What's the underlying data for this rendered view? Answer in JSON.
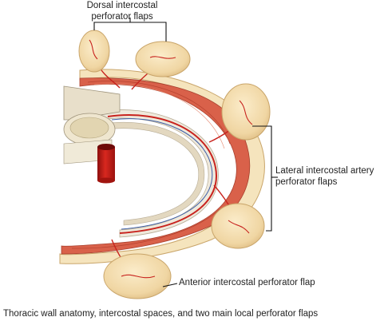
{
  "labels": {
    "dorsal": [
      "Dorsal intercostal",
      "perforator flaps"
    ],
    "lateral": [
      "Lateral intercostal artery",
      "perforator flaps"
    ],
    "anterior": "Anterior intercostal perforator flap"
  },
  "caption": "Thoracic wall anatomy, intercostal spaces, and two main local perforator flaps",
  "colors": {
    "flap_skin": "#f2dcae",
    "flap_edge": "#c9a56a",
    "muscle": "#d9614a",
    "artery": "#c8231e",
    "rib": "#efe9dc",
    "fat": "#f5e4bd",
    "leader_line": "#111111"
  }
}
